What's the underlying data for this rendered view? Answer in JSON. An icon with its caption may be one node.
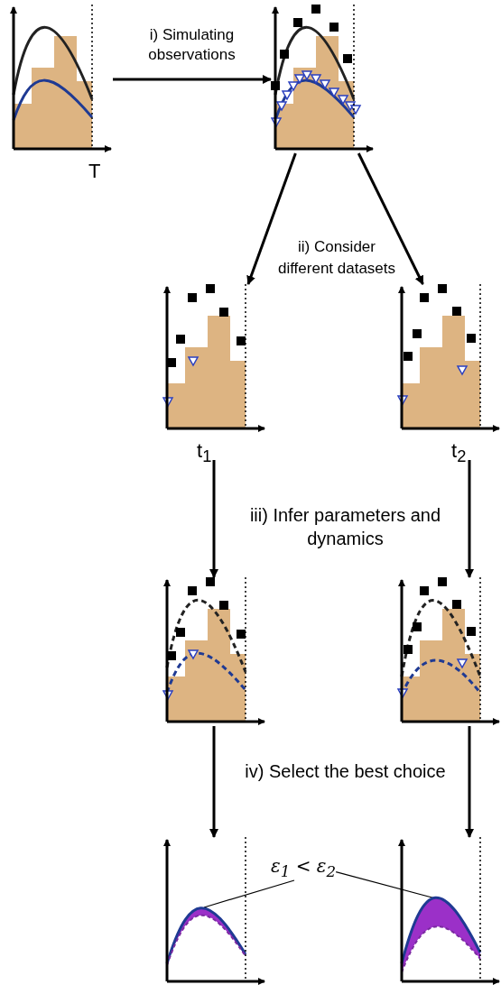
{
  "diagram": {
    "nodes": [
      {
        "text": [],
        "shape": "picture",
        "beside": [
          "T"
        ]
      },
      {
        "text": [],
        "shape": "picture"
      },
      {
        "text": [],
        "shape": "picture",
        "beside": [
          "t$_{1}$"
        ]
      },
      {
        "text": [],
        "shape": "picture",
        "beside": [
          "t$_{2}$"
        ]
      },
      {
        "text": [],
        "shape": "picture"
      },
      {
        "text": [],
        "shape": "picture"
      },
      {
        "text": [],
        "shape": "picture"
      },
      {
        "text": [],
        "shape": "picture"
      },
      {
        "text": [
          "ε$_{1}$ < ε$_{2}$"
        ]
      }
    ],
    "edges": [
      {
        "from": 0,
        "to": 1,
        "arrow": "to",
        "label": "i) Simulating observations"
      },
      {
        "from": 1,
        "to": 2,
        "arrow": "to"
      },
      {
        "from": 1,
        "to": 3,
        "arrow": "to"
      },
      {
        "from": 2,
        "to": 4,
        "arrow": "to"
      },
      {
        "from": 3,
        "to": 5,
        "arrow": "to"
      },
      {
        "from": 4,
        "to": 6,
        "arrow": "to"
      },
      {
        "from": 5,
        "to": 7,
        "arrow": "to"
      },
      {
        "from": 8,
        "to": 6,
        "arrow": "none"
      },
      {
        "from": 8,
        "to": 7,
        "arrow": "none"
      }
    ],
    "labels": [
      "ii) Consider different datasets",
      "iii) Infer parameters and dynamics",
      "iv) Select the best choice"
    ]
  }
}
